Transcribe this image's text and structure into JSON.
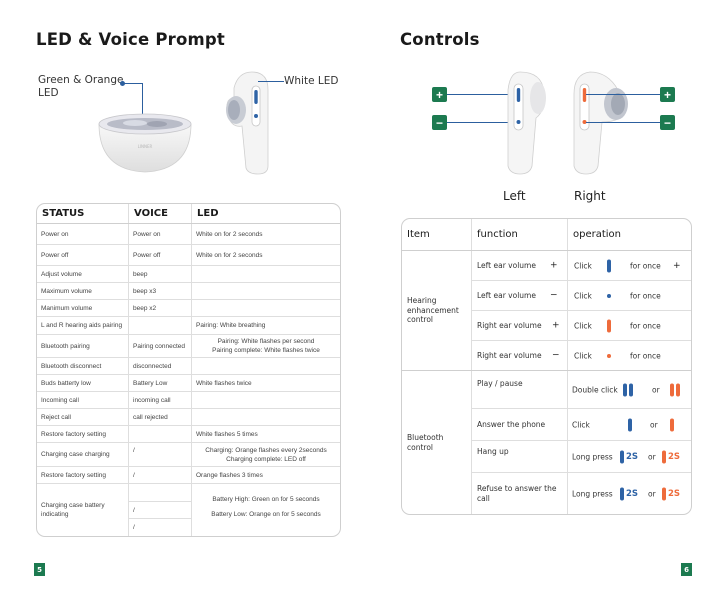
{
  "left_page": {
    "title": "LED & Voice Prompt",
    "callout_green_orange": "Green & Orange LED",
    "callout_white": "White LED",
    "case_brand": "LINNER",
    "page_number": "5",
    "table": {
      "headers": [
        "STATUS",
        "VOICE",
        "LED"
      ],
      "rows": [
        {
          "status": "Power on",
          "voice": "Power on",
          "led": "White on for 2 seconds"
        },
        {
          "status": "Power off",
          "voice": "Power off",
          "led": "White on for 2 seconds"
        },
        {
          "status": "Adjust volume",
          "voice": "beep",
          "led": ""
        },
        {
          "status": "Maximum volume",
          "voice": "beep x3",
          "led": ""
        },
        {
          "status": "Manimum volume",
          "voice": "beep x2",
          "led": ""
        },
        {
          "status": "L and R hearing aids pairing",
          "voice": "",
          "led": "Pairing: White breathing"
        },
        {
          "status": "Bluetooth pairing",
          "voice": "Pairing connected",
          "led_line1": "Pairing: White flashes per second",
          "led_line2": "Pairing complete: White flashes twice"
        },
        {
          "status": "Bluetooth disconnect",
          "voice": "disconnected",
          "led": ""
        },
        {
          "status": "Buds batterty low",
          "voice": "Battery Low",
          "led": "White flashes twice"
        },
        {
          "status": "Incoming call",
          "voice": "incoming call",
          "led": ""
        },
        {
          "status": "Reject call",
          "voice": "call rejected",
          "led": ""
        },
        {
          "status": "Restore factory setting",
          "voice": "",
          "led": "White flashes 5 times"
        },
        {
          "status": "Charging case charging",
          "voice": "/",
          "led_line1": "Charging: Orange flashes every 2seconds",
          "led_line2": "Charging complete: LED off"
        },
        {
          "status": "Restore factory setting",
          "voice": "/",
          "led": "Orange flashes 3 times"
        },
        {
          "status": "Charging case battery indicating",
          "voice_1": "",
          "voice_2": "/",
          "voice_3": "/",
          "led_line1": "Battery High: Green on for 5 seconds",
          "led_line2": "Battery Low: Orange on for 5 seconds"
        }
      ]
    }
  },
  "right_page": {
    "title": "Controls",
    "left_label": "Left",
    "right_label": "Right",
    "plus_symbol": "+",
    "minus_symbol": "−",
    "page_number": "6",
    "table": {
      "headers": [
        "Item",
        "function",
        "operation"
      ],
      "groups": [
        {
          "name": "Hearing enhancement control",
          "rows": [
            {
              "function": "Left ear volume",
              "fn_sym": "+",
              "op_action": "Click",
              "op_suffix": "for once",
              "op_sym": "+"
            },
            {
              "function": "Left ear volume",
              "fn_sym": "−",
              "op_action": "Click",
              "op_suffix": "for once"
            },
            {
              "function": "Right ear volume",
              "fn_sym": "+",
              "op_action": "Click",
              "op_suffix": "for once"
            },
            {
              "function": "Right ear volume",
              "fn_sym": "−",
              "op_action": "Click",
              "op_suffix": "for once"
            }
          ]
        },
        {
          "name": "Bluetooth control",
          "rows": [
            {
              "function": "Play / pause",
              "op_action": "Double click",
              "op_or": "or"
            },
            {
              "function": "Answer the phone",
              "op_action": "Click",
              "op_or": "or"
            },
            {
              "function": "Hang up",
              "op_action": "Long press",
              "op_or": "or",
              "duration": "2S"
            },
            {
              "function": "Refuse to answer the call",
              "op_action": "Long press",
              "op_or": "or",
              "duration": "2S"
            }
          ]
        }
      ]
    }
  },
  "colors": {
    "blue": "#2e63a6",
    "orange": "#ee6b3b",
    "green": "#1c7a50"
  }
}
